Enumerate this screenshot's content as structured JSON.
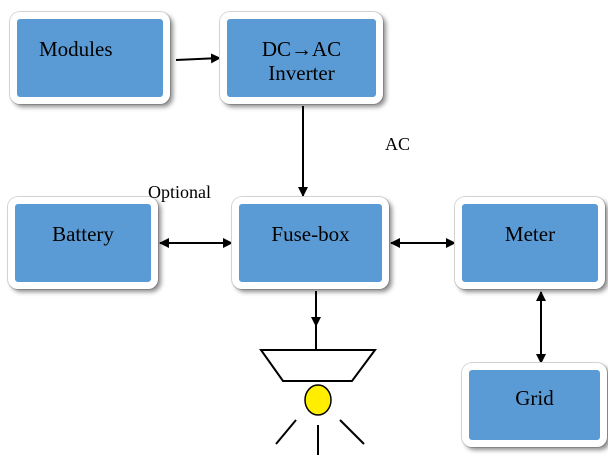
{
  "nodes": {
    "modules": "Modules",
    "inverter_line1": "DC→AC",
    "inverter_line2": "Inverter",
    "battery": "Battery",
    "fusebox": "Fuse-box",
    "meter": "Meter",
    "grid": "Grid"
  },
  "labels": {
    "ac": "AC",
    "optional": "Optional"
  },
  "colors": {
    "box_fill": "#5b9bd5",
    "lamp": "#ffee00"
  }
}
